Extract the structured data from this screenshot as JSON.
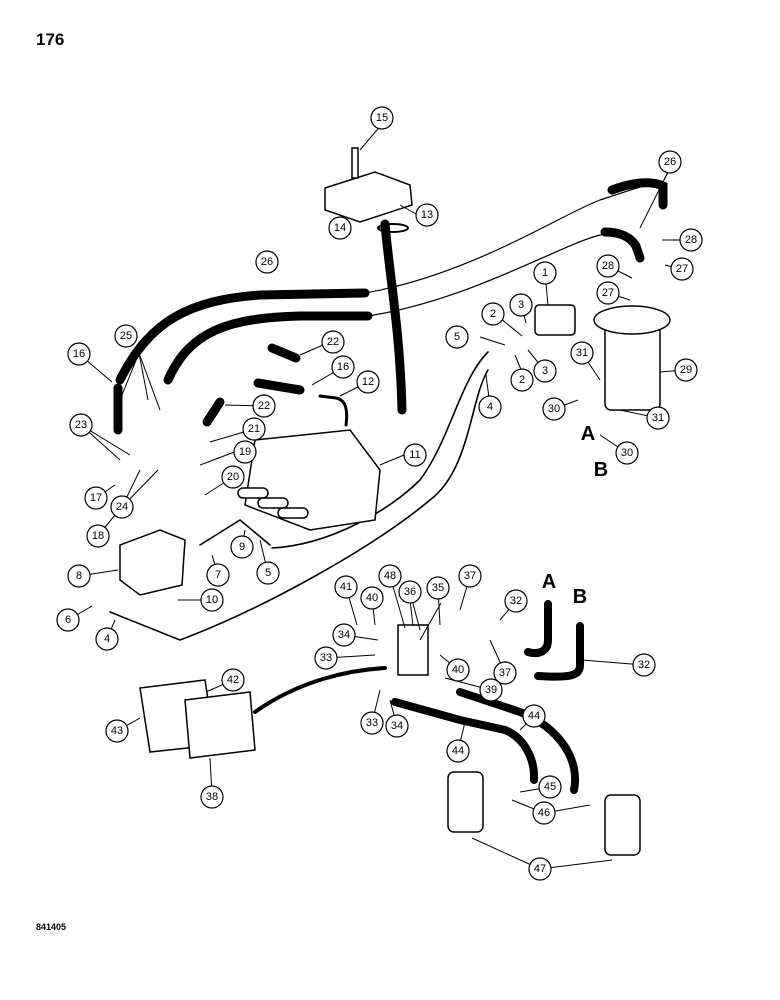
{
  "page": {
    "number": "176",
    "figure_code": "841405"
  },
  "markers": {
    "a": "A",
    "b": "B"
  },
  "callouts": [
    "1",
    "2",
    "3",
    "4",
    "5",
    "6",
    "7",
    "8",
    "9",
    "10",
    "11",
    "12",
    "13",
    "14",
    "15",
    "16",
    "17",
    "18",
    "19",
    "20",
    "21",
    "22",
    "23",
    "24",
    "25",
    "26",
    "27",
    "28",
    "29",
    "30",
    "31",
    "32",
    "33",
    "34",
    "35",
    "36",
    "37",
    "38",
    "39",
    "40",
    "41",
    "42",
    "43",
    "44",
    "45",
    "46",
    "47",
    "48"
  ]
}
